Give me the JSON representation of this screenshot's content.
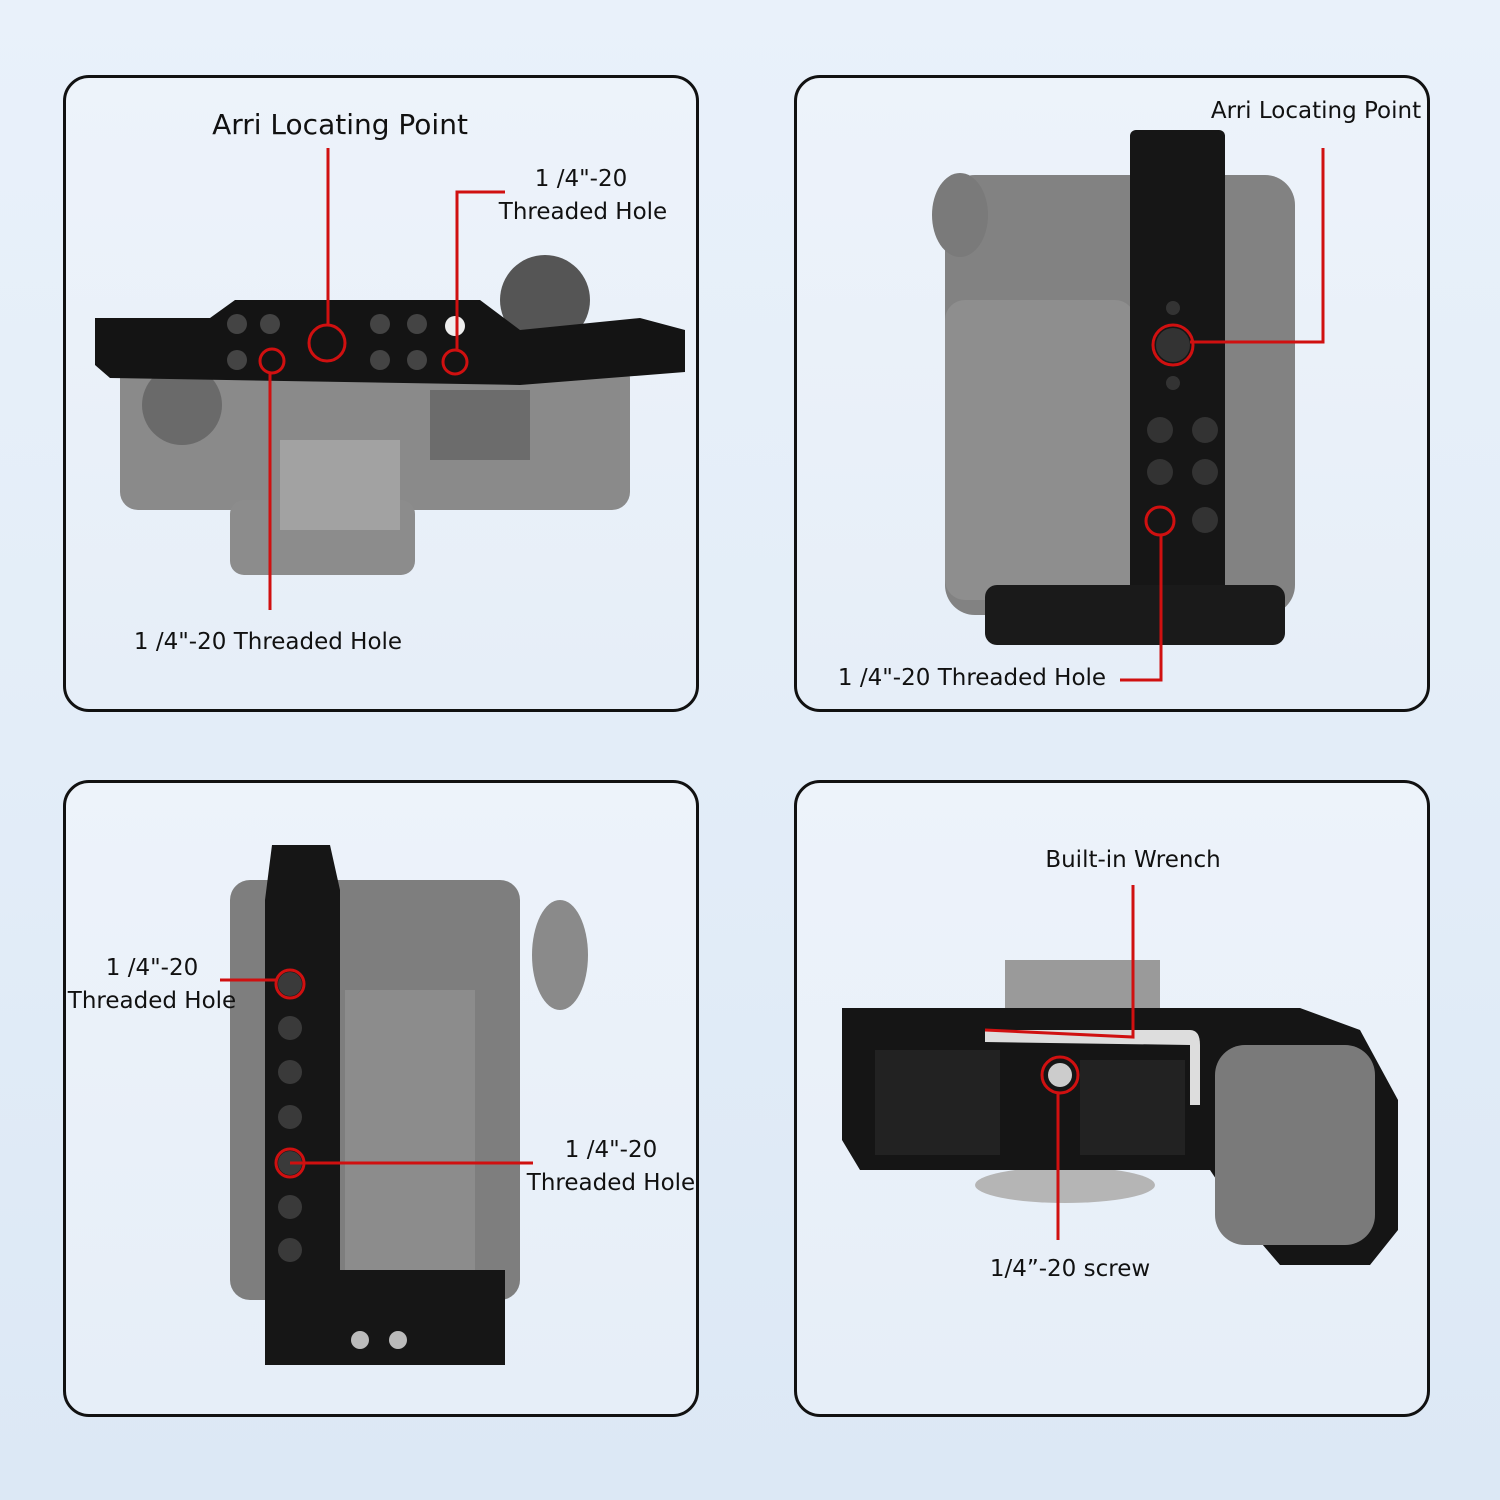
{
  "panels": {
    "top_left": {
      "arri_label": "Arri Locating Point",
      "hole_right_line1": "1 /4\"-20",
      "hole_right_line2": "Threaded Hole",
      "hole_bottom": "1 /4\"-20 Threaded Hole"
    },
    "top_right": {
      "arri_label": "Arri Locating Point",
      "hole_bottom": "1 /4\"-20 Threaded Hole"
    },
    "bottom_left": {
      "hole_top_line1": "1 /4\"-20",
      "hole_top_line2": "Threaded Hole",
      "hole_mid_line1": "1 /4\"-20",
      "hole_mid_line2": "Threaded Hole"
    },
    "bottom_right": {
      "wrench_label": "Built-in Wrench",
      "screw_label": "1/4”-20 screw"
    }
  },
  "colors": {
    "callout": "#d01010",
    "cage": "#141414",
    "camera": "#7d7d7d",
    "border": "#111111"
  }
}
